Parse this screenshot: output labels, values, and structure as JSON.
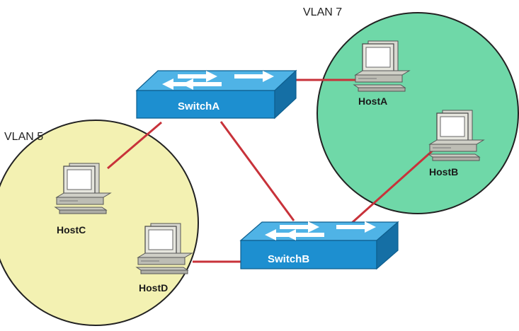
{
  "vlans": [
    {
      "label": "VLAN 7",
      "color": "#6fd8a8"
    },
    {
      "label": "VLAN 5",
      "color": "#f3f1b2"
    }
  ],
  "switches": [
    {
      "label": "SwitchA"
    },
    {
      "label": "SwitchB"
    }
  ],
  "hosts": [
    {
      "label": "HostA"
    },
    {
      "label": "HostB"
    },
    {
      "label": "HostC"
    },
    {
      "label": "HostD"
    }
  ],
  "colors": {
    "link": "#c8323a",
    "switch_body": "#1d8fd0",
    "switch_top": "#4fb3e6",
    "circle_stroke": "#222222"
  },
  "icons": {
    "switch": "network-switch-icon",
    "host": "desktop-computer-icon"
  }
}
